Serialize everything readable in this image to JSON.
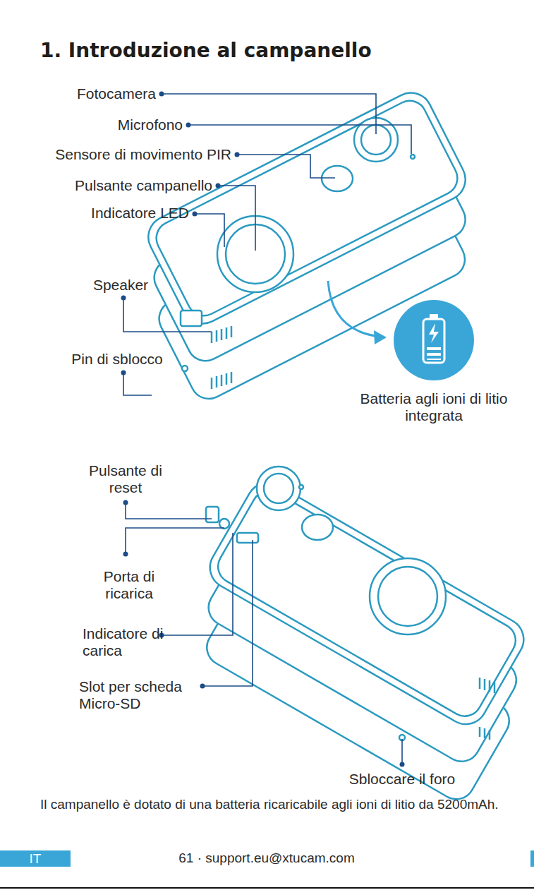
{
  "diagram": {
    "title": "1. Introduzione al campanello",
    "nodes": [
      {
        "text": [
          "IT"
        ]
      }
    ],
    "labels": [
      "Fotocamera",
      "Microfono",
      "Sensore di movimento PIR",
      "Pulsante campanello",
      "Indicatore LED",
      "Speaker",
      "Pin di sblocco",
      "Batteria agli ioni di litio integrata",
      "Pulsante di reset",
      "Porta di ricarica",
      "Indicatore di carica",
      "Slot per scheda Micro-SD",
      "Sbloccare il foro",
      "Il campanello è dotato di una batteria ricaricabile agli ioni di litio da 5200mAh.",
      "61 · support.eu@xtucam.com"
    ]
  }
}
